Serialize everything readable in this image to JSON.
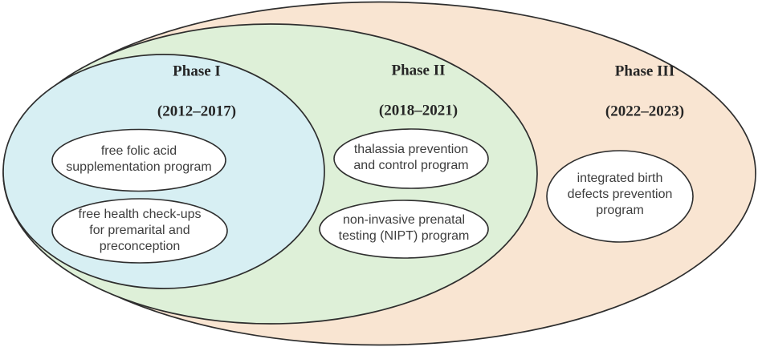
{
  "diagram": {
    "type": "nested-ellipse-phase-diagram",
    "stroke_color": "#2e2e2e",
    "program_fill": "#ffffff",
    "phases": [
      {
        "name": "Phase I",
        "years": "(2012–2017)",
        "color": "#d7eff3"
      },
      {
        "name": "Phase II",
        "years": "(2018–2021)",
        "color": "#def0d8"
      },
      {
        "name": "Phase III",
        "years": "(2022–2023)",
        "color": "#f9e5d2"
      }
    ],
    "programs": [
      {
        "phase": "Phase I",
        "label": "free folic acid\nsupplementation program"
      },
      {
        "phase": "Phase I",
        "label": "free health check-ups\nfor premarital and\npreconception"
      },
      {
        "phase": "Phase II",
        "label": "thalassia prevention\nand control program"
      },
      {
        "phase": "Phase II",
        "label": "non-invasive prenatal\ntesting (NIPT) program"
      },
      {
        "phase": "Phase III",
        "label": "integrated birth\ndefects prevention\nprogram"
      }
    ]
  }
}
